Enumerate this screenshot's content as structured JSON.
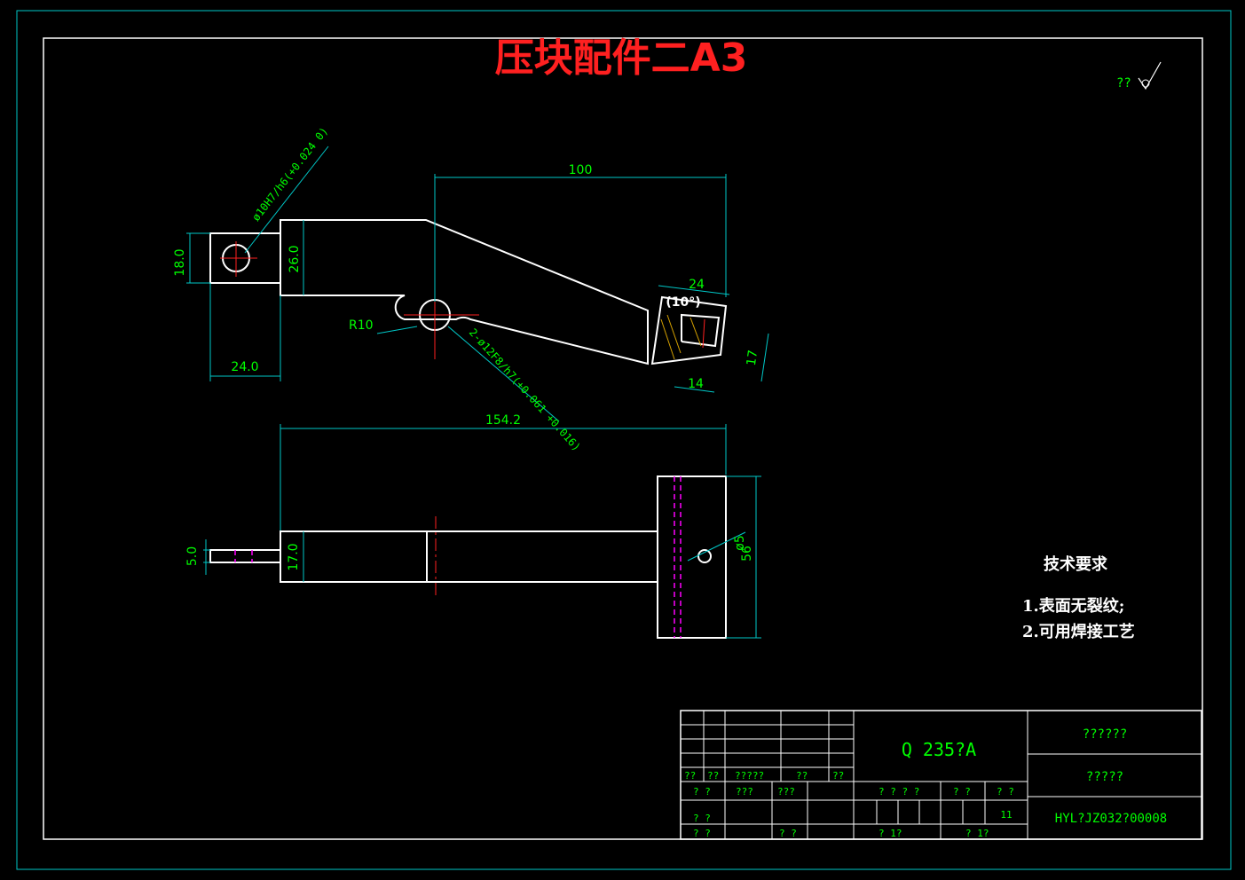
{
  "title": "压块配件二A3",
  "roughness_mark": "??",
  "dimensions": {
    "hole_fit": "ø10H7/h6(+0.024 0)",
    "length_100": "100",
    "height_18": "18.0",
    "height_26": "26.0",
    "width_24_left": "24.0",
    "radius": "R10",
    "hole_fit_2": "2-ø12F8/h7(+0.061 +0.016)",
    "angle": "(10°)",
    "width_24_right": "24",
    "width_14": "14",
    "height_17_right": "17",
    "total_length": "154.2",
    "thickness_5": "5.0",
    "thickness_17": "17.0",
    "small_hole": "ø5",
    "height_56": "56"
  },
  "tech_requirements": {
    "heading": "技术要求",
    "item1": "1.表面无裂纹;",
    "item2": "2.可用焊接工艺"
  },
  "title_block": {
    "material": "Q 235?A",
    "name1": "??????",
    "name2": "?????",
    "drawing_no": "HYL?JZ032?00008",
    "r1": [
      "??",
      "??",
      "?????",
      "??",
      "??"
    ],
    "r2": [
      "? ?",
      "???",
      "???",
      "? ? ? ?",
      "? ?",
      "? ?"
    ],
    "r3": [
      "? ?"
    ],
    "r4": [
      "? ?",
      "? ?",
      "?  1?",
      "?  1?"
    ],
    "scale": "11"
  },
  "colors": {
    "background": "#000000",
    "outline": "#ffffff",
    "dimension": "#00ff00",
    "centerline": "#ff2020",
    "hidden": "#ff00ff",
    "border": "#00c8c8"
  }
}
